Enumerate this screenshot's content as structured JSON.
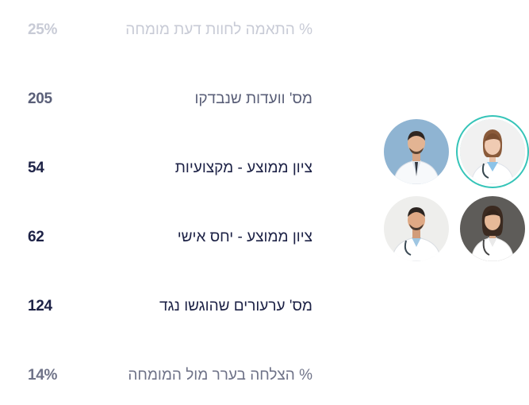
{
  "stats": [
    {
      "value": "25%",
      "label": "% התאמה לחוות דעת מומחה"
    },
    {
      "value": "205",
      "label": "מס' וועדות שנבדקו"
    },
    {
      "value": "54",
      "label": "ציון ממוצע - מקצועיות"
    },
    {
      "value": "62",
      "label": "ציון ממוצע - יחס אישי"
    },
    {
      "value": "124",
      "label": "מס' ערעורים שהוגשו נגד"
    },
    {
      "value": "14%",
      "label": "% הצלחה בערר מול המומחה"
    }
  ],
  "doctors": [
    {
      "icon": "doctor-female-avatar",
      "selected": true
    },
    {
      "icon": "doctor-male-avatar",
      "selected": false
    },
    {
      "icon": "doctor-female-avatar",
      "selected": false
    },
    {
      "icon": "doctor-male-avatar",
      "selected": false
    }
  ],
  "colors": {
    "accent": "#35c4b8",
    "text_dark": "#1d2246",
    "text_faded": "#c8cbd6"
  }
}
